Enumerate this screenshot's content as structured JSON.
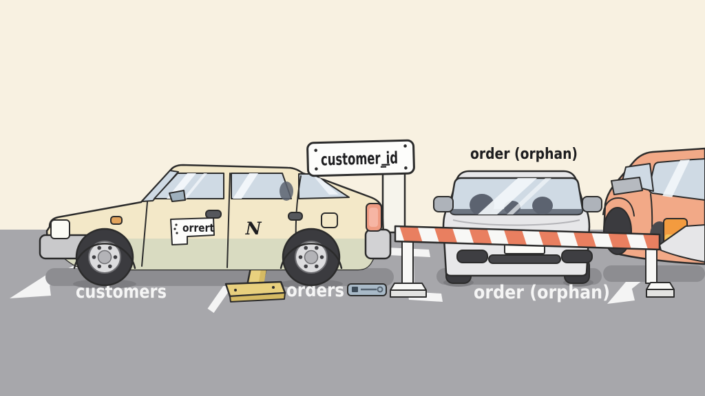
{
  "scene": {
    "annotation_top": "order (orphan)",
    "parking_labels": {
      "spot1": "customers",
      "spot2": "orders",
      "spot3": "order (orphan)"
    },
    "sign": {
      "text": "customer_id",
      "stray_mark": "_"
    },
    "beige_car": {
      "sticker_text": "orrert",
      "door_glyph": "N"
    },
    "colors": {
      "cream": "#f8f1e1",
      "ground": "#a7a7ab",
      "shadow": "#8d8d91",
      "line": "#f4f4f4",
      "outline": "#2b2b2b",
      "beige_body": "#f3e8c8",
      "beige_lower": "#d9dbc1",
      "glass": "#cfdae4",
      "glass_streak": "#f2f6fa",
      "gray_body": "#e7e7e9",
      "orange_body": "#f2a987",
      "barrier_red": "#e97f60",
      "barrier_white": "#f8f8f6",
      "stand_yellow": "#e8d07e",
      "device_blue": "#a9bac8",
      "bumper_gray": "#c9c9cb",
      "interior_dark": "#5c6370",
      "tail_salmon": "#ef9b82",
      "tail_orange": "#f39b3f",
      "tail_yellow": "#f6c35a",
      "tire": "#3b3b3f",
      "rim": "#dcdcde",
      "text_white": "#f5f5f5",
      "text_black": "#1d1d1f"
    }
  }
}
